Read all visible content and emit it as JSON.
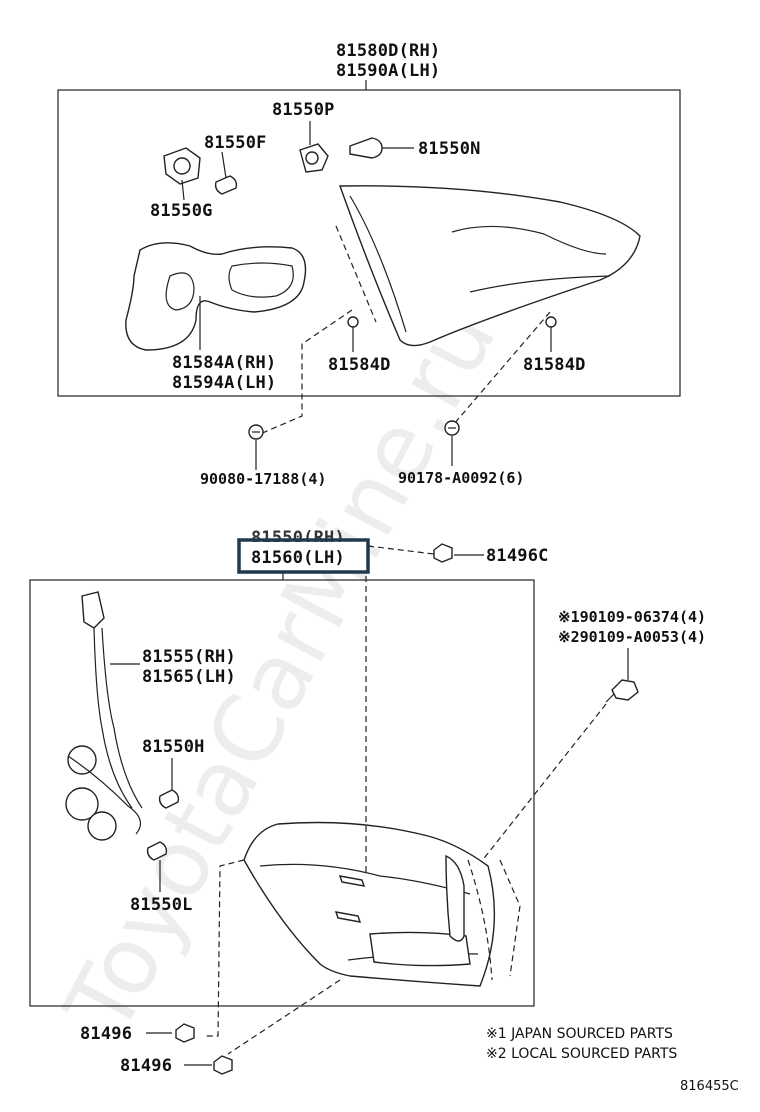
{
  "labels": {
    "top_assembly_rh": "81580D(RH)",
    "top_assembly_lh": "81590A(LH)",
    "p81550p": "81550P",
    "p81550f": "81550F",
    "p81550n": "81550N",
    "p81550g": "81550G",
    "gasket_rh": "81584A(RH)",
    "gasket_lh": "81594A(LH)",
    "clip_left": "81584D",
    "clip_right": "81584D",
    "screw_a": "90080-17188(4)",
    "screw_b": "90178-A0092(6)",
    "lower_assembly_rh": "81550(RH)",
    "lower_assembly_lh": "81560(LH)",
    "nut_81496c": "81496C",
    "bolt_1": "※190109-06374(4)",
    "bolt_2": "※290109-A0053(4)",
    "socket_rh": "81555(RH)",
    "socket_lh": "81565(LH)",
    "p81550h": "81550H",
    "p81550l": "81550L",
    "nut_upper": "81496",
    "nut_lower": "81496"
  },
  "notes": {
    "note1": "※1 JAPAN SOURCED PARTS",
    "note2": "※2 LOCAL SOURCED PARTS"
  },
  "diagram_code": "816455C",
  "watermark": "ToyotaCarMine.ru",
  "colors": {
    "highlight": "#1f3a4d",
    "line": "#222222"
  }
}
